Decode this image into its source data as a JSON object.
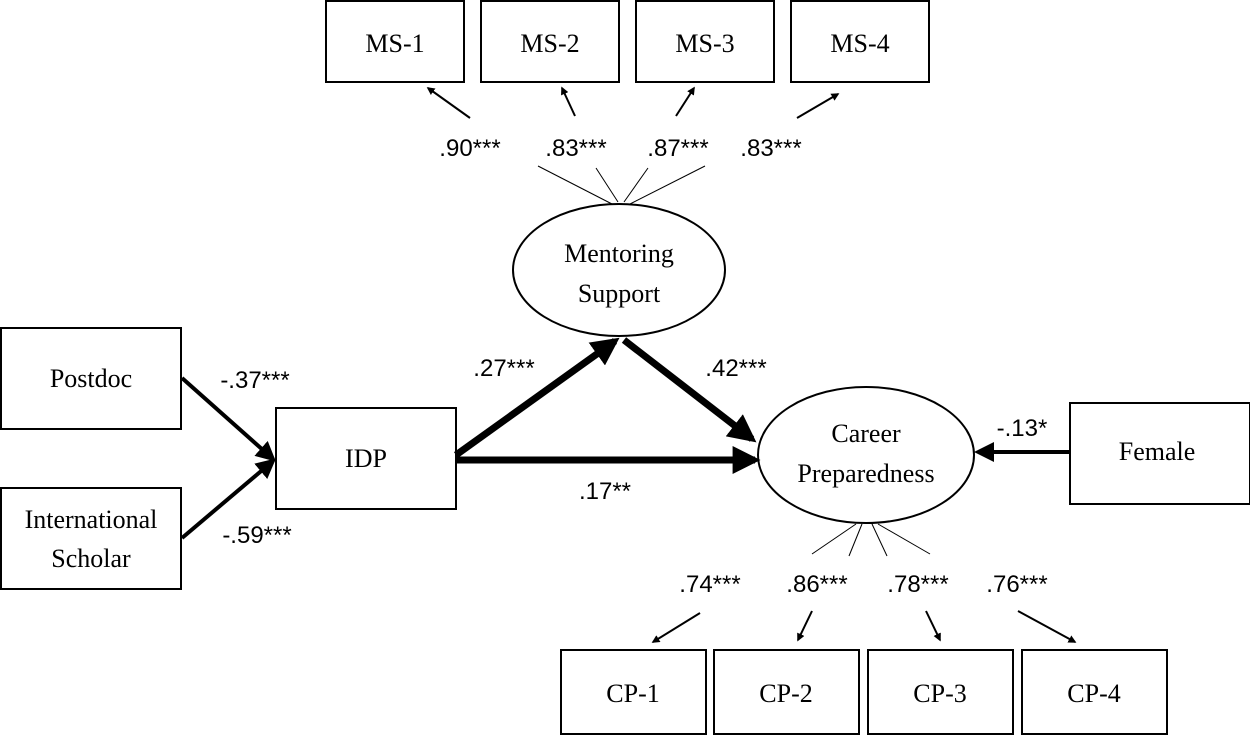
{
  "indicators_mentoring": [
    {
      "label": "MS-1",
      "loading": ".90***"
    },
    {
      "label": "MS-2",
      "loading": ".83***"
    },
    {
      "label": "MS-3",
      "loading": ".87***"
    },
    {
      "label": "MS-4",
      "loading": ".83***"
    }
  ],
  "indicators_career": [
    {
      "label": "CP-1",
      "loading": ".74***"
    },
    {
      "label": "CP-2",
      "loading": ".86***"
    },
    {
      "label": "CP-3",
      "loading": ".78***"
    },
    {
      "label": "CP-4",
      "loading": ".76***"
    }
  ],
  "latent": {
    "mentoring": {
      "line1": "Mentoring",
      "line2": "Support"
    },
    "career": {
      "line1": "Career",
      "line2": "Preparedness"
    }
  },
  "observed": {
    "postdoc": "Postdoc",
    "international": {
      "line1": "International",
      "line2": "Scholar"
    },
    "idp": "IDP",
    "female": "Female"
  },
  "paths": {
    "postdoc_idp": "-.37***",
    "international_idp": "-.59***",
    "idp_mentoring": ".27***",
    "idp_career": ".17**",
    "mentoring_career": ".42***",
    "female_career": "-.13*"
  },
  "colors": {
    "ink": "#000000",
    "background": "#ffffff"
  }
}
